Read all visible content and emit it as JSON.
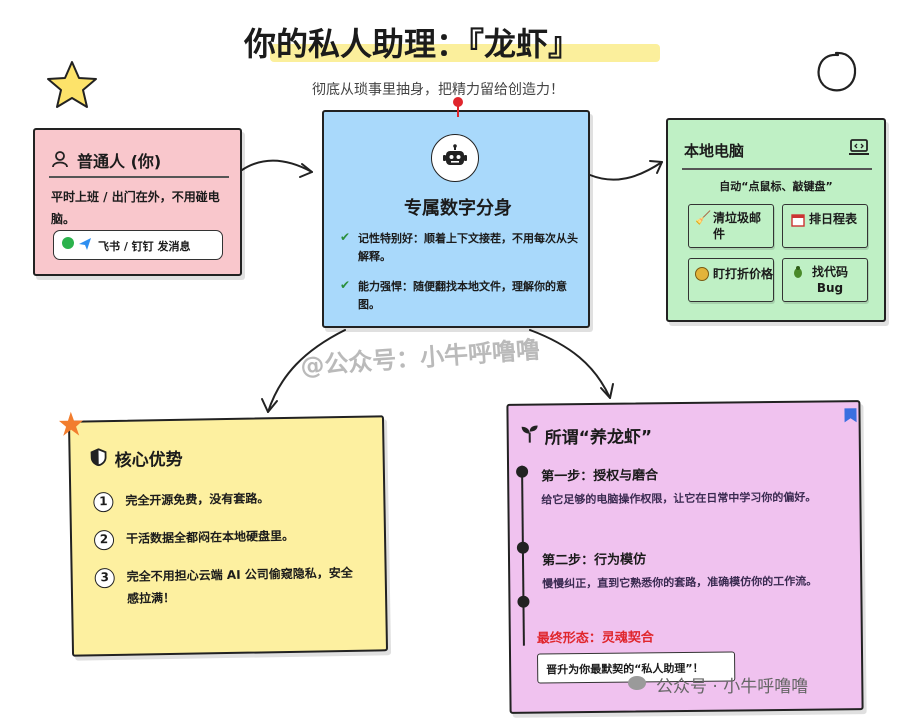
{
  "header": {
    "title": "你的私人助理：『龙虾』",
    "subtitle": "彻底从琐事里抽身，把精力留给创造力！"
  },
  "user_card": {
    "title": "普通人 (你)",
    "desc": "平时上班 / 出门在外，不用碰电脑。",
    "pill": "飞书 / 钉钉 发消息"
  },
  "center_card": {
    "title": "专属数字分身",
    "points": [
      "记性特别好：顺着上下文接茬，不用每次从头解释。",
      "能力强悍：随便翻找本地文件，理解你的意图。"
    ]
  },
  "computer_card": {
    "title": "本地电脑",
    "subtitle": "自动“点鼠标、敲键盘”",
    "tiles": [
      {
        "label": "清垃圾邮件",
        "icon": "broom-icon"
      },
      {
        "label": "排日程表",
        "icon": "calendar-icon"
      },
      {
        "label": "盯打折价格",
        "icon": "money-bag-icon"
      },
      {
        "label": "找代码 Bug",
        "icon": "bug-icon"
      }
    ]
  },
  "advantages_card": {
    "title": "核心优势",
    "items": [
      {
        "num": "1",
        "text": "完全开源免费，没有套路。"
      },
      {
        "num": "2",
        "text": "干活数据全都闷在本地硬盘里。"
      },
      {
        "num": "3",
        "text": "完全不用担心云端 AI 公司偷窥隐私，安全感拉满！"
      }
    ]
  },
  "raise_card": {
    "title": "所谓“养龙虾”",
    "step1_title": "第一步：授权与磨合",
    "step1_desc": "给它足够的电脑操作权限，让它在日常中学习你的偏好。",
    "step2_title": "第二步：行为模仿",
    "step2_desc": "慢慢纠正，直到它熟悉你的套路，准确模仿你的工作流。",
    "final_label": "最终形态：灵魂契合",
    "final_box": "晋升为你最默契的“私人助理”！"
  },
  "watermarks": {
    "center": "@公众号：小牛呼噜噜",
    "bottom": "公众号 · 小牛呼噜噜"
  },
  "colors": {
    "pink": "#f9c7cc",
    "blue": "#a9d9fb",
    "green": "#bff0c5",
    "yellow": "#fdf0a0",
    "purple": "#f0c2ef",
    "highlight": "#fbef9c",
    "red": "#e0262d"
  }
}
